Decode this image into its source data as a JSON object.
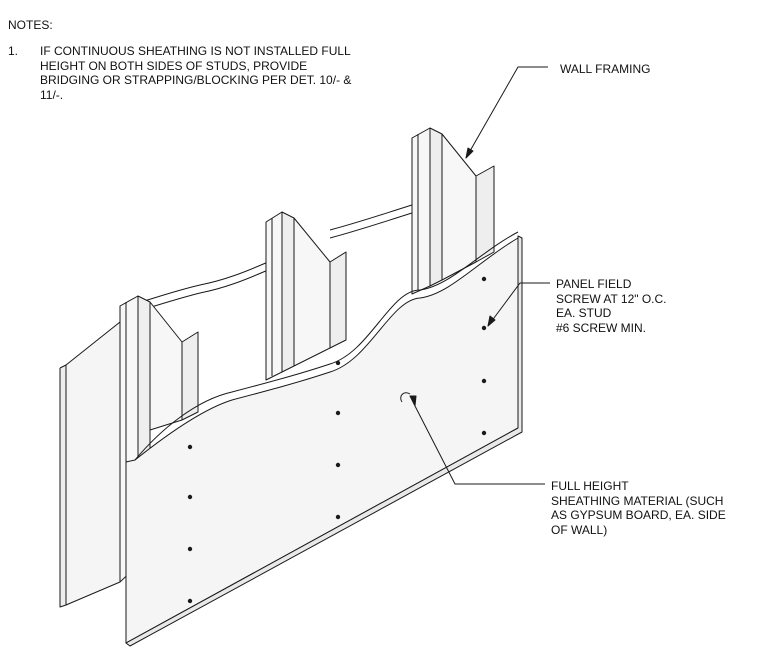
{
  "notes": {
    "title": "NOTES:",
    "items": [
      {
        "number": "1.",
        "lines": [
          "IF CONTINUOUS SHEATHING IS NOT INSTALLED FULL",
          "HEIGHT ON BOTH SIDES OF STUDS, PROVIDE",
          "BRIDGING OR STRAPPING/BLOCKING PER DET. 10/- &",
          "11/-."
        ]
      }
    ]
  },
  "callouts": {
    "wall_framing": {
      "lines": [
        "WALL FRAMING"
      ]
    },
    "panel_field_screw": {
      "lines": [
        "PANEL FIELD",
        "SCREW AT 12\" O.C.",
        "EA. STUD",
        "#6 SCREW MIN."
      ]
    },
    "sheathing": {
      "lines": [
        "FULL HEIGHT",
        "SHEATHING MATERIAL (SUCH",
        "AS GYPSUM BOARD, EA. SIDE",
        "OF WALL)"
      ]
    }
  },
  "colors": {
    "line": "#1a1a1a",
    "panel": "#f5f5f5",
    "stud": "#f7f7f7"
  }
}
